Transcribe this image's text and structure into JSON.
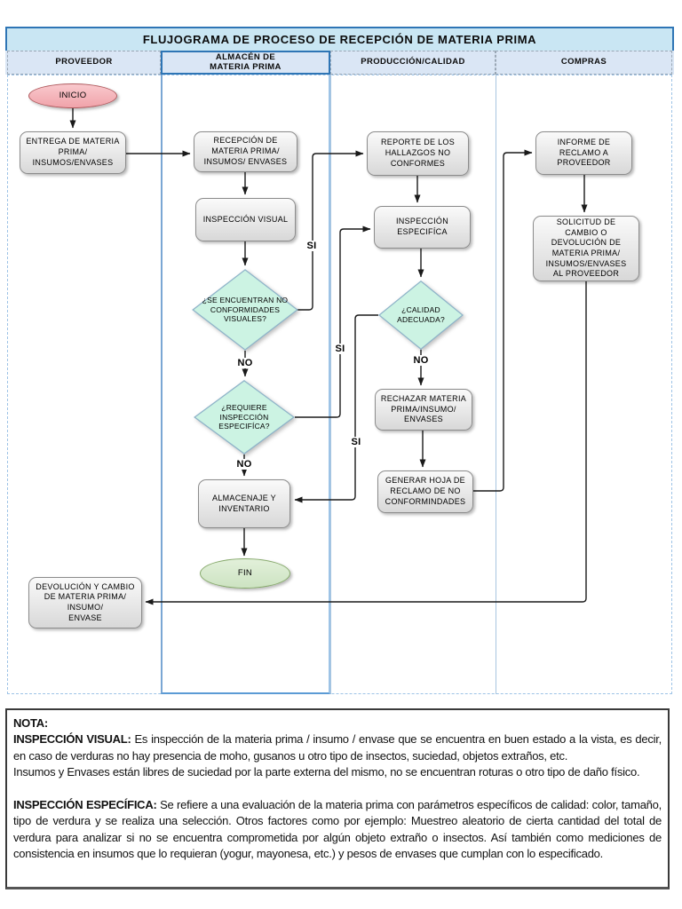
{
  "title": "FLUJOGRAMA DE PROCESO DE RECEPCIÓN DE MATERIA PRIMA",
  "lanes": [
    "PROVEEDOR",
    "ALMACÉN DE\nMATERIA PRIMA",
    "PRODUCCIÓN/CALIDAD",
    "COMPRAS"
  ],
  "nodes": {
    "inicio": "INICIO",
    "entrega": "ENTREGA DE MATERIA\nPRIMA/\nINSUMOS/ENVASES",
    "recepcion": "RECEPCIÓN DE\nMATERIA PRIMA/\nINSUMOS/ ENVASES",
    "inspeccion_visual": "INSPECCIÓN VISUAL",
    "decision_conformidades": "¿SE ENCUENTRAN NO\nCONFORMIDADES\nVISUALES?",
    "decision_requiere": "¿REQUIERE\nINSPECCIÓN\nESPECIFÍCA?",
    "almacenaje": "ALMACENAJE Y\nINVENTARIO",
    "fin": "FIN",
    "reporte": "REPORTE DE LOS\nHALLAZGOS NO\nCONFORMES",
    "inspeccion_especifica": "INSPECCIÓN\nESPECIFÍCA",
    "decision_calidad": "¿CALIDAD\nADECUADA?",
    "rechazar": "RECHAZAR MATERIA\nPRIMA/INSUMO/\nENVASES",
    "generar": "GENERAR HOJA DE\nRECLAMO DE NO\nCONFORMINDADES",
    "informe": "INFORME DE\nRECLAMO A\nPROVEEDOR",
    "solicitud": "SOLICITUD DE\nCAMBIO O\nDEVOLUCIÓN DE\nMATERIA PRIMA/\nINSUMOS/ENVASES\nAL PROVEEDOR",
    "devolucion": "DEVOLUCIÓN Y CAMBIO\nDE MATERIA PRIMA/\nINSUMO/\nENVASE"
  },
  "edge_labels": {
    "si": "SI",
    "no": "NO"
  },
  "nota": {
    "title": "NOTA:",
    "p1_lead": "INSPECCIÓN VISUAL:",
    "p1_text": " Es inspección de la materia prima / insumo / envase que se encuentra en buen estado a la vista, es decir, en caso de verduras no hay presencia de moho, gusanos u otro tipo de insectos, suciedad, objetos extraños, etc.",
    "p1b_text": "Insumos y Envases están libres de suciedad por la parte externa del mismo, no se encuentran roturas o otro tipo de daño físico.",
    "p2_lead": "INSPECCIÓN ESPECÍFICA:",
    "p2_text": " Se refiere a una evaluación de la materia prima con parámetros específicos de calidad: color, tamaño, tipo de verdura y se realiza una selección. Otros factores como por ejemplo: Muestreo aleatorio de cierta cantidad del total de verdura para analizar si no se encuentra comprometida por algún objeto extraño o insectos. Así también como mediciones de consistencia en insumos que lo requieran (yogur, mayonesa, etc.) y pesos de envases que cumplan con lo especificado."
  },
  "colors": {
    "title_bg": "#c9e6f3",
    "header_bg": "#dae6f5",
    "frame_blue": "#2e75b5",
    "lane_line": "#9dc3e6",
    "process_fill": "#e8e8e8",
    "decision_fill": "#ccf3e3",
    "decision_stroke": "#8fb4c9",
    "start_fill": "#f5b6bc",
    "start_stroke": "#b05a5e",
    "end_fill": "#d8eacf",
    "end_stroke": "#86a96b",
    "connector": "#1a1a1a"
  }
}
